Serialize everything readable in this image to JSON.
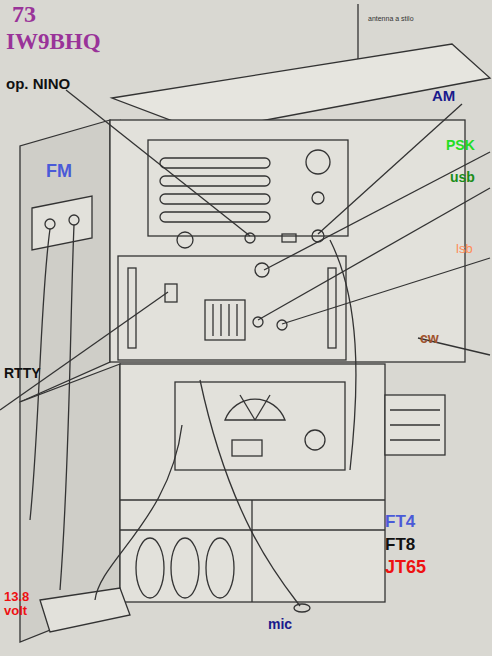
{
  "diagram": {
    "labels": [
      "73",
      "IW9BHQ",
      "op. NINO",
      "antenna a stilo",
      "AM",
      "FM",
      "PSK",
      "usb",
      "lsb",
      "cw",
      "RTTY",
      "FT4",
      "FT8",
      "JT65",
      "13.8 volt",
      "mic"
    ]
  }
}
